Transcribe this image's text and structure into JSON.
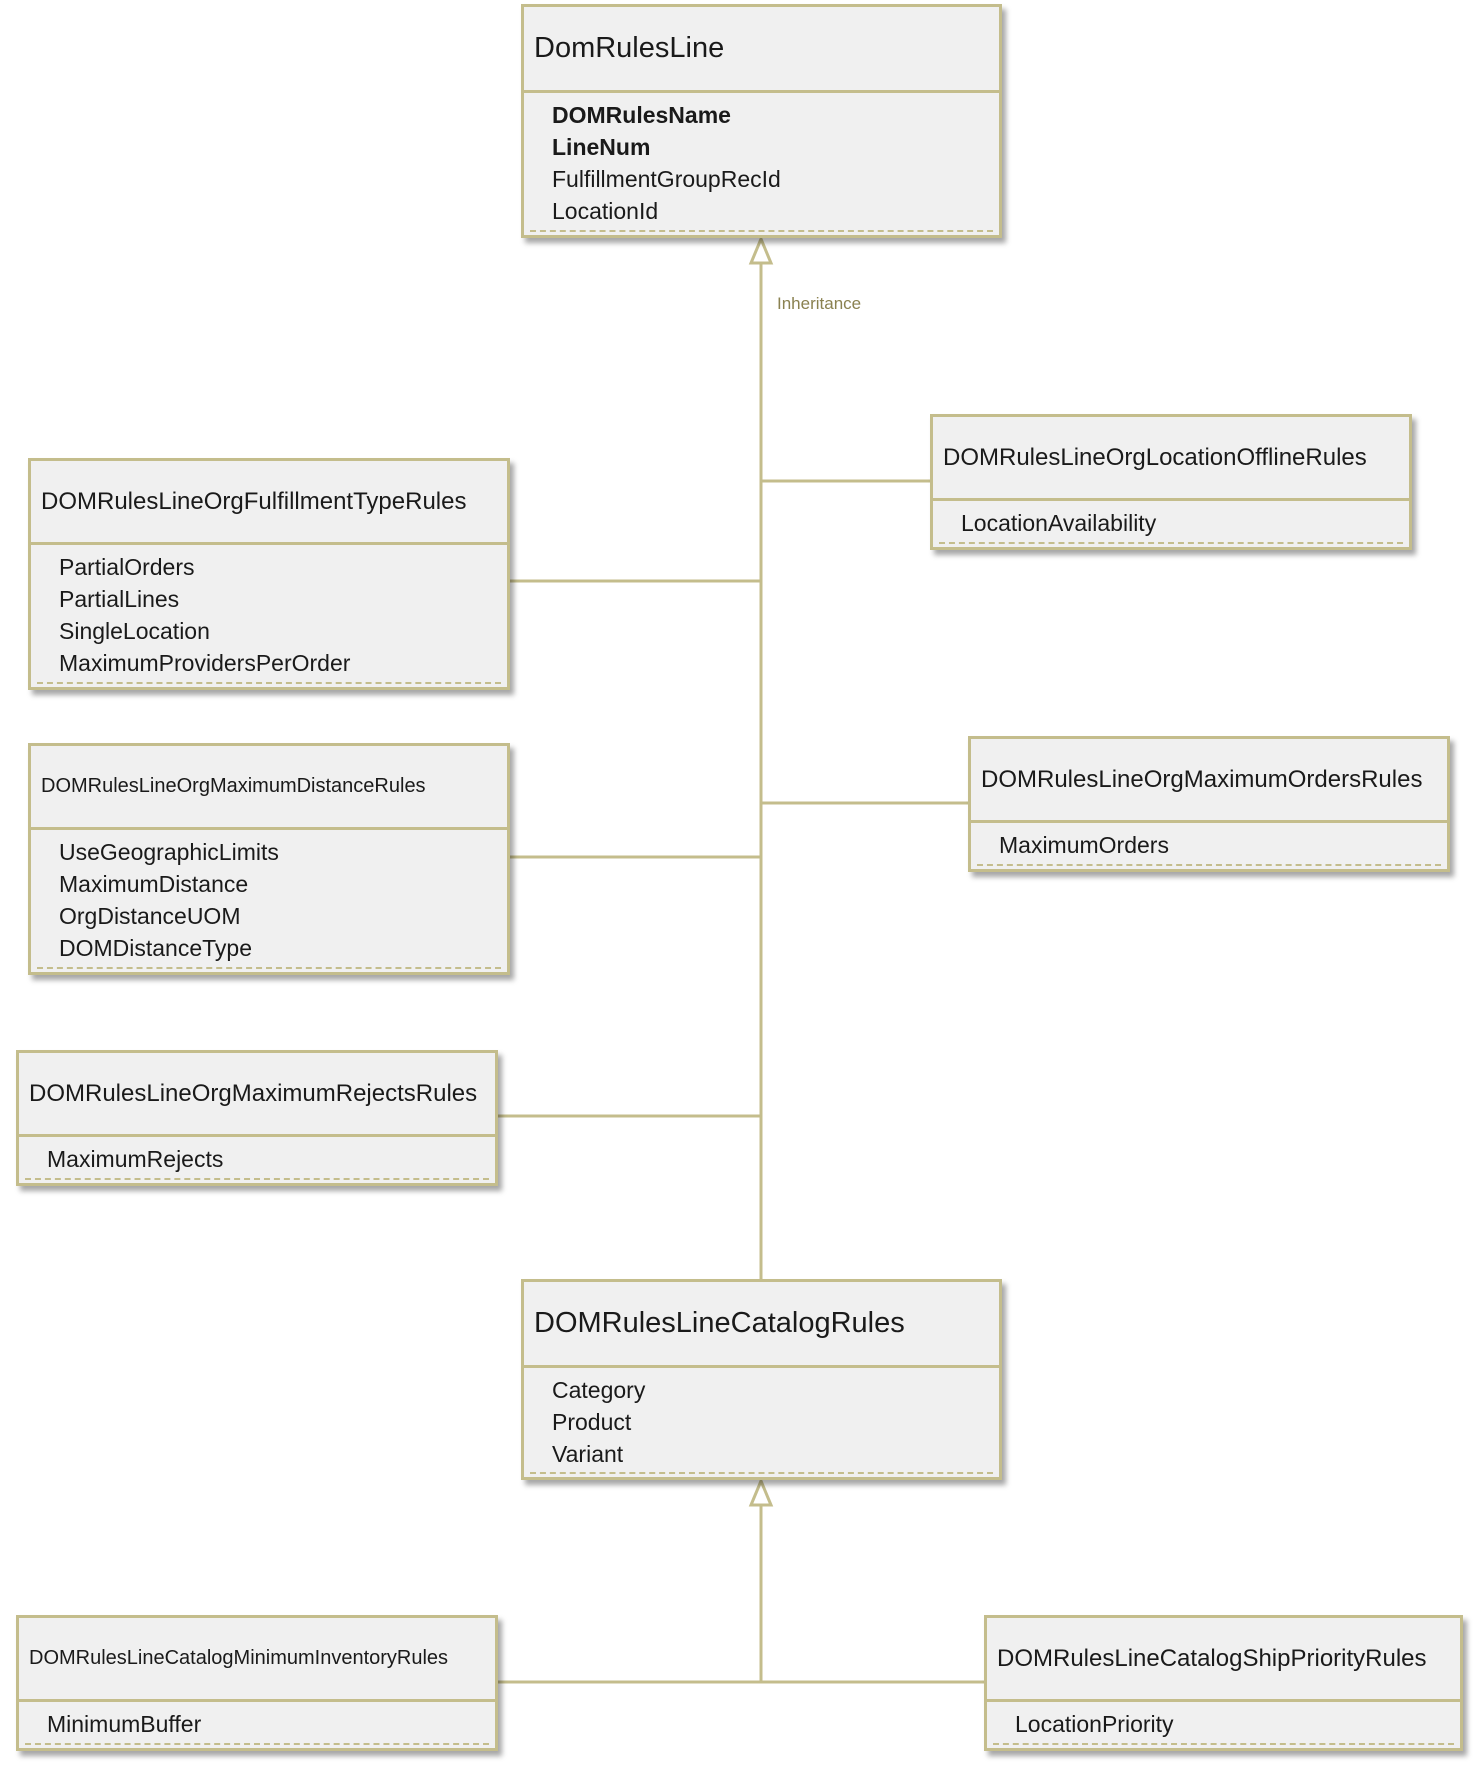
{
  "colors": {
    "border": "#c4bd8c",
    "fill": "#f0f0f0",
    "line": "#c4bd8c",
    "label": "#8a8150"
  },
  "labels": {
    "inheritance": "Inheritance"
  },
  "classes": {
    "dom_rules_line": {
      "name": "DomRulesLine",
      "attributes": [
        {
          "text": "DOMRulesName",
          "key": true
        },
        {
          "text": "LineNum",
          "key": true
        },
        {
          "text": "FulfillmentGroupRecId",
          "key": false
        },
        {
          "text": "LocationId",
          "key": false
        }
      ]
    },
    "fulfillment_type_rules": {
      "name": "DOMRulesLineOrgFulfillmentTypeRules",
      "attributes": [
        {
          "text": "PartialOrders",
          "key": false
        },
        {
          "text": "PartialLines",
          "key": false
        },
        {
          "text": "SingleLocation",
          "key": false
        },
        {
          "text": "MaximumProvidersPerOrder",
          "key": false
        }
      ]
    },
    "location_offline_rules": {
      "name": "DOMRulesLineOrgLocationOfflineRules",
      "attributes": [
        {
          "text": "LocationAvailability",
          "key": false
        }
      ]
    },
    "maximum_distance_rules": {
      "name": "DOMRulesLineOrgMaximumDistanceRules",
      "attributes": [
        {
          "text": "UseGeographicLimits",
          "key": false
        },
        {
          "text": "MaximumDistance",
          "key": false
        },
        {
          "text": "OrgDistanceUOM",
          "key": false
        },
        {
          "text": "DOMDistanceType",
          "key": false
        }
      ]
    },
    "maximum_orders_rules": {
      "name": "DOMRulesLineOrgMaximumOrdersRules",
      "attributes": [
        {
          "text": "MaximumOrders",
          "key": false
        }
      ]
    },
    "maximum_rejects_rules": {
      "name": "DOMRulesLineOrgMaximumRejectsRules",
      "attributes": [
        {
          "text": "MaximumRejects",
          "key": false
        }
      ]
    },
    "catalog_rules": {
      "name": "DOMRulesLineCatalogRules",
      "attributes": [
        {
          "text": "Category",
          "key": false
        },
        {
          "text": "Product",
          "key": false
        },
        {
          "text": "Variant",
          "key": false
        }
      ]
    },
    "catalog_minimum_inventory_rules": {
      "name": "DOMRulesLineCatalogMinimumInventoryRules",
      "attributes": [
        {
          "text": "MinimumBuffer",
          "key": false
        }
      ]
    },
    "catalog_ship_priority_rules": {
      "name": "DOMRulesLineCatalogShipPriorityRules",
      "attributes": [
        {
          "text": "LocationPriority",
          "key": false
        }
      ]
    }
  },
  "relations": [
    {
      "type": "inheritance",
      "parent": "DomRulesLine",
      "children": [
        "DOMRulesLineOrgFulfillmentTypeRules",
        "DOMRulesLineOrgLocationOfflineRules",
        "DOMRulesLineOrgMaximumDistanceRules",
        "DOMRulesLineOrgMaximumOrdersRules",
        "DOMRulesLineOrgMaximumRejectsRules",
        "DOMRulesLineCatalogRules"
      ]
    },
    {
      "type": "inheritance",
      "parent": "DOMRulesLineCatalogRules",
      "children": [
        "DOMRulesLineCatalogMinimumInventoryRules",
        "DOMRulesLineCatalogShipPriorityRules"
      ]
    }
  ]
}
